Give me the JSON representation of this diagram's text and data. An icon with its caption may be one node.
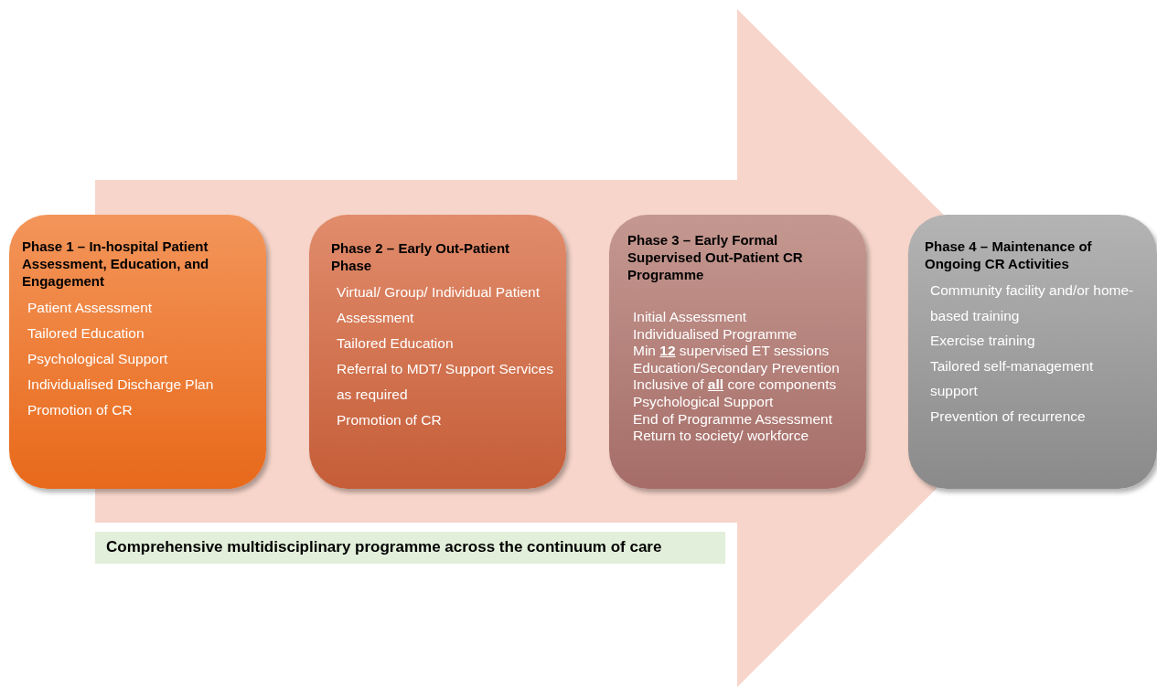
{
  "diagram": {
    "nodes": [
      {
        "text": [
          "Phase 1 – In-hospital Patient Assessment, Education, and Engagement",
          "Patient Assessment",
          "Tailored Education",
          "Psychological Support",
          "Individualised Discharge Plan",
          "Promotion of CR"
        ]
      },
      {
        "text": [
          "Phase 2 – Early Out-Patient Phase",
          "Virtual/ Group/ Individual Patient Assessment",
          "Tailored Education",
          "Referral to MDT/ Support Services as required",
          "Promotion of CR"
        ]
      },
      {
        "text": [
          "Phase 3 – Early Formal Supervised Out-Patient CR Programme",
          "Initial Assessment",
          "Individualised Programme",
          "Min **12** supervised ET sessions",
          "Education/Secondary Prevention",
          "Inclusive of **all** core components",
          "Psychological Support",
          "End of Programme Assessment",
          "Return to society/ workforce"
        ]
      },
      {
        "text": [
          "Phase 4 – Maintenance of Ongoing CR Activities",
          "Community facility and/or home-based training",
          "Exercise training",
          "Tailored self-management support",
          "Prevention of recurrence"
        ]
      },
      {
        "text": [
          "Comprehensive multidisciplinary programme across the continuum of care"
        ]
      }
    ],
    "edges": [
      {
        "from": 0,
        "to": 3,
        "arrow": "to"
      }
    ]
  }
}
